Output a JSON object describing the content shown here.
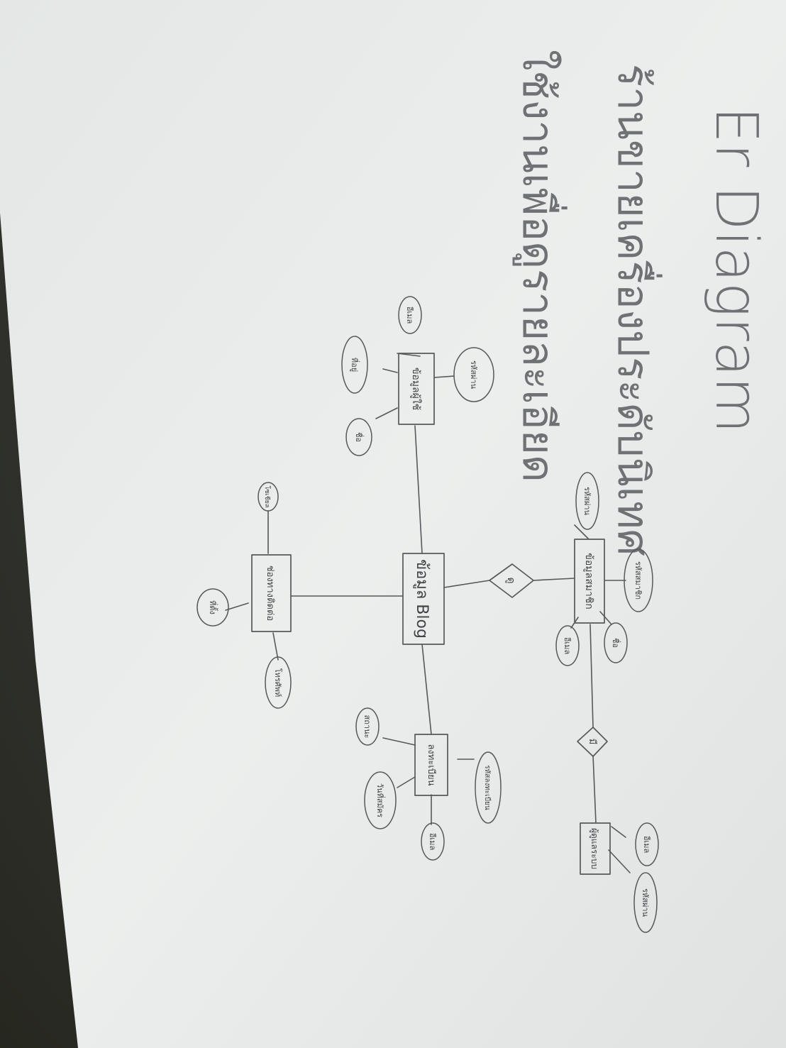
{
  "colors": {
    "pencil": "#55595a",
    "paper": "#e9ebea",
    "background": "#34352f"
  },
  "title": {
    "heading": "Er Diagram",
    "line1": "ร้านขายเครื่องประดับนิเทศ",
    "line2": "ใช้งานเพื่อดูรายละเอียด"
  },
  "entities": [
    {
      "id": "blog",
      "label": "ข้อมูล Blog"
    },
    {
      "id": "member",
      "label": "ข้อมูลสมาชิก"
    },
    {
      "id": "admin",
      "label": "ผู้ดูแลระบบ"
    },
    {
      "id": "user",
      "label": "ข้อมูลผู้ใช้"
    },
    {
      "id": "contact",
      "label": "ช่องทางติดต่อ"
    },
    {
      "id": "register",
      "label": "ลงทะเบียน"
    }
  ],
  "relationships": [
    {
      "id": "rel1",
      "label": "ดู"
    },
    {
      "id": "rel2",
      "label": "มี"
    }
  ],
  "attributes": [
    {
      "id": "member_pw",
      "label": "รหัสผ่าน"
    },
    {
      "id": "member_id",
      "label": "รหัสสมาชิก"
    },
    {
      "id": "member_name",
      "label": "ชื่อ"
    },
    {
      "id": "member_email",
      "label": "อีเมล"
    },
    {
      "id": "admin_email",
      "label": "อีเมล"
    },
    {
      "id": "admin_pw",
      "label": "รหัสผ่าน"
    },
    {
      "id": "user_email",
      "label": "อีเมล"
    },
    {
      "id": "user_addr",
      "label": "ที่อยู่"
    },
    {
      "id": "user_name",
      "label": "ชื่อ"
    },
    {
      "id": "user_pw",
      "label": "รหัสผ่าน"
    },
    {
      "id": "contact_social",
      "label": "โซเชียล"
    },
    {
      "id": "contact_place",
      "label": "ที่ตั้ง"
    },
    {
      "id": "contact_phone",
      "label": "โทรศัพท์"
    },
    {
      "id": "reg_id",
      "label": "รหัสลงทะเบียน"
    },
    {
      "id": "reg_status",
      "label": "สถานะ"
    },
    {
      "id": "reg_date",
      "label": "วันที่สมัคร"
    },
    {
      "id": "reg_email",
      "label": "อีเมล"
    }
  ]
}
